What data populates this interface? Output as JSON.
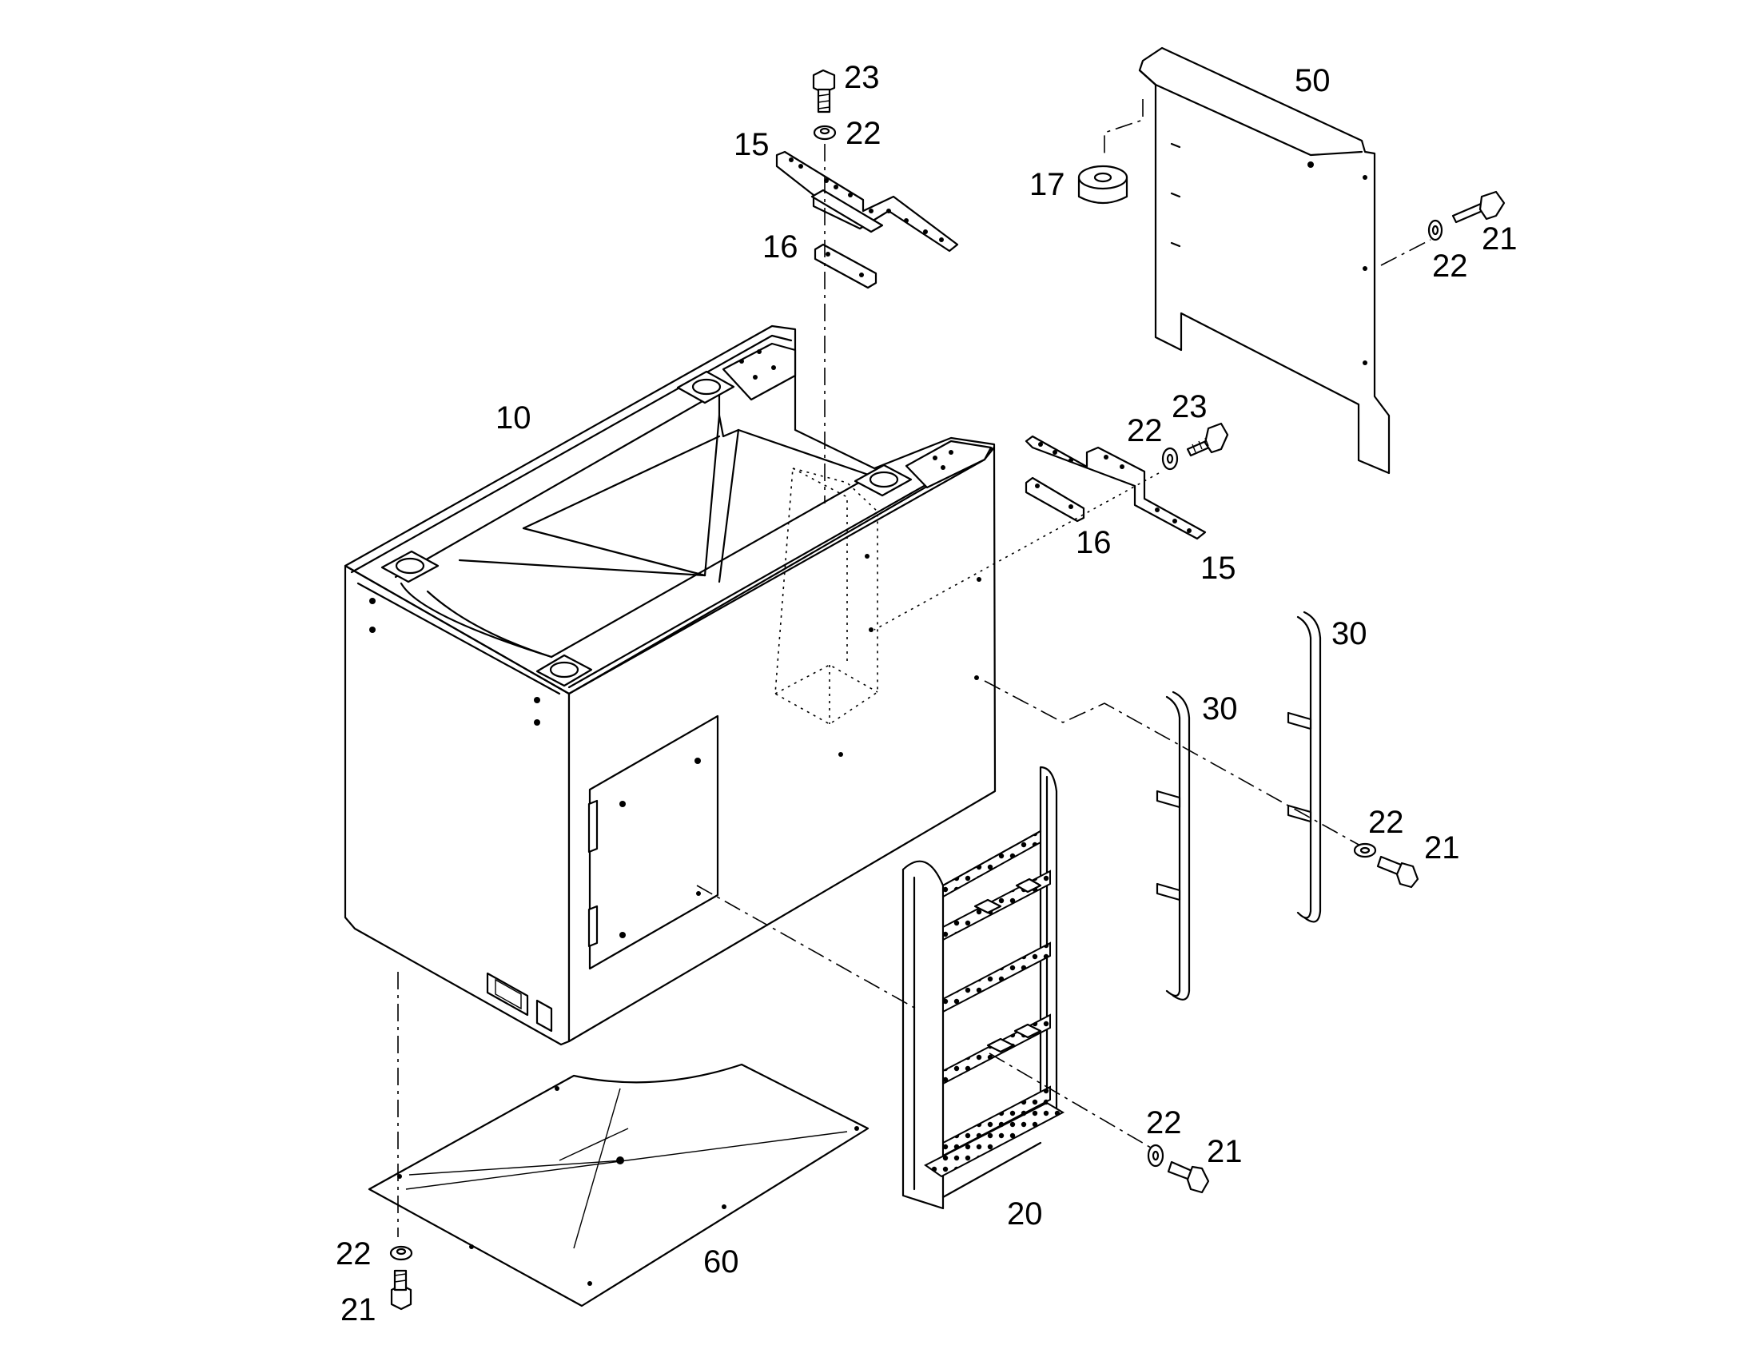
{
  "diagram": {
    "parts": [
      {
        "id": "p10",
        "label": "10"
      },
      {
        "id": "p15a",
        "label": "15"
      },
      {
        "id": "p15b",
        "label": "15"
      },
      {
        "id": "p16a",
        "label": "16"
      },
      {
        "id": "p16b",
        "label": "16"
      },
      {
        "id": "p17",
        "label": "17"
      },
      {
        "id": "p20",
        "label": "20"
      },
      {
        "id": "p21a",
        "label": "21"
      },
      {
        "id": "p21b",
        "label": "21"
      },
      {
        "id": "p21c",
        "label": "21"
      },
      {
        "id": "p21d",
        "label": "21"
      },
      {
        "id": "p22a",
        "label": "22"
      },
      {
        "id": "p22b",
        "label": "22"
      },
      {
        "id": "p22c",
        "label": "22"
      },
      {
        "id": "p22d",
        "label": "22"
      },
      {
        "id": "p22e",
        "label": "22"
      },
      {
        "id": "p22f",
        "label": "22"
      },
      {
        "id": "p23a",
        "label": "23"
      },
      {
        "id": "p23b",
        "label": "23"
      },
      {
        "id": "p30a",
        "label": "30"
      },
      {
        "id": "p30b",
        "label": "30"
      },
      {
        "id": "p50",
        "label": "50"
      },
      {
        "id": "p60",
        "label": "60"
      }
    ]
  }
}
